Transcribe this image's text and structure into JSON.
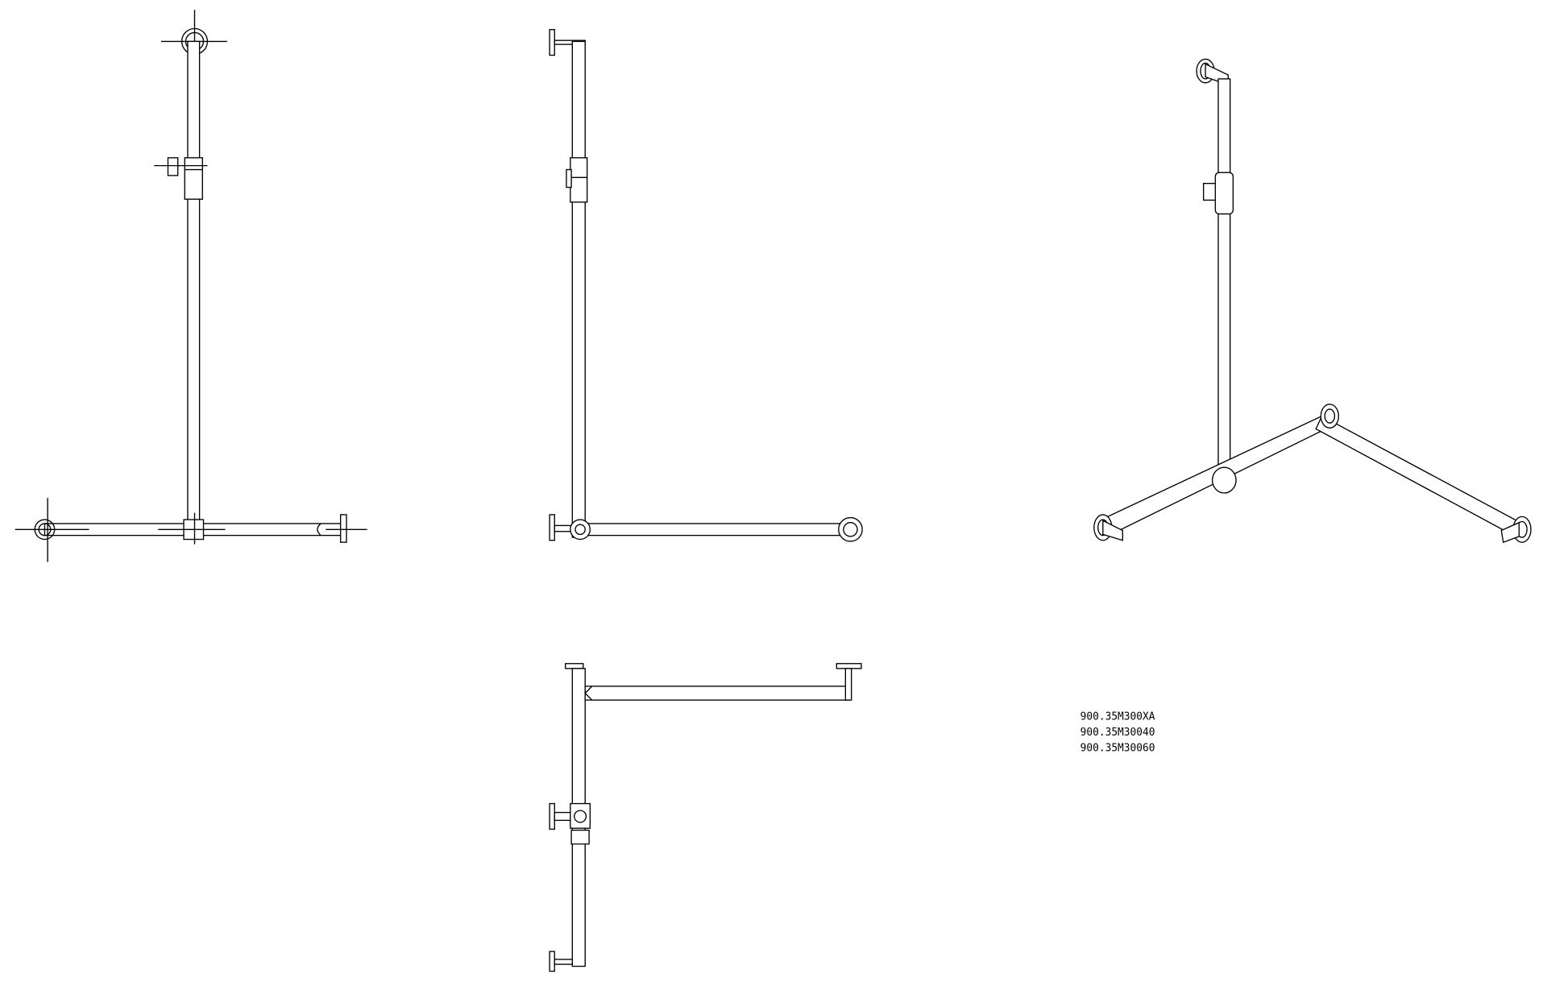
{
  "labels": {
    "part_numbers": [
      "900.35M300XA",
      "900.35M30040",
      "900.35M30060"
    ]
  },
  "colors": {
    "line": "#000000",
    "background": "#ffffff"
  }
}
